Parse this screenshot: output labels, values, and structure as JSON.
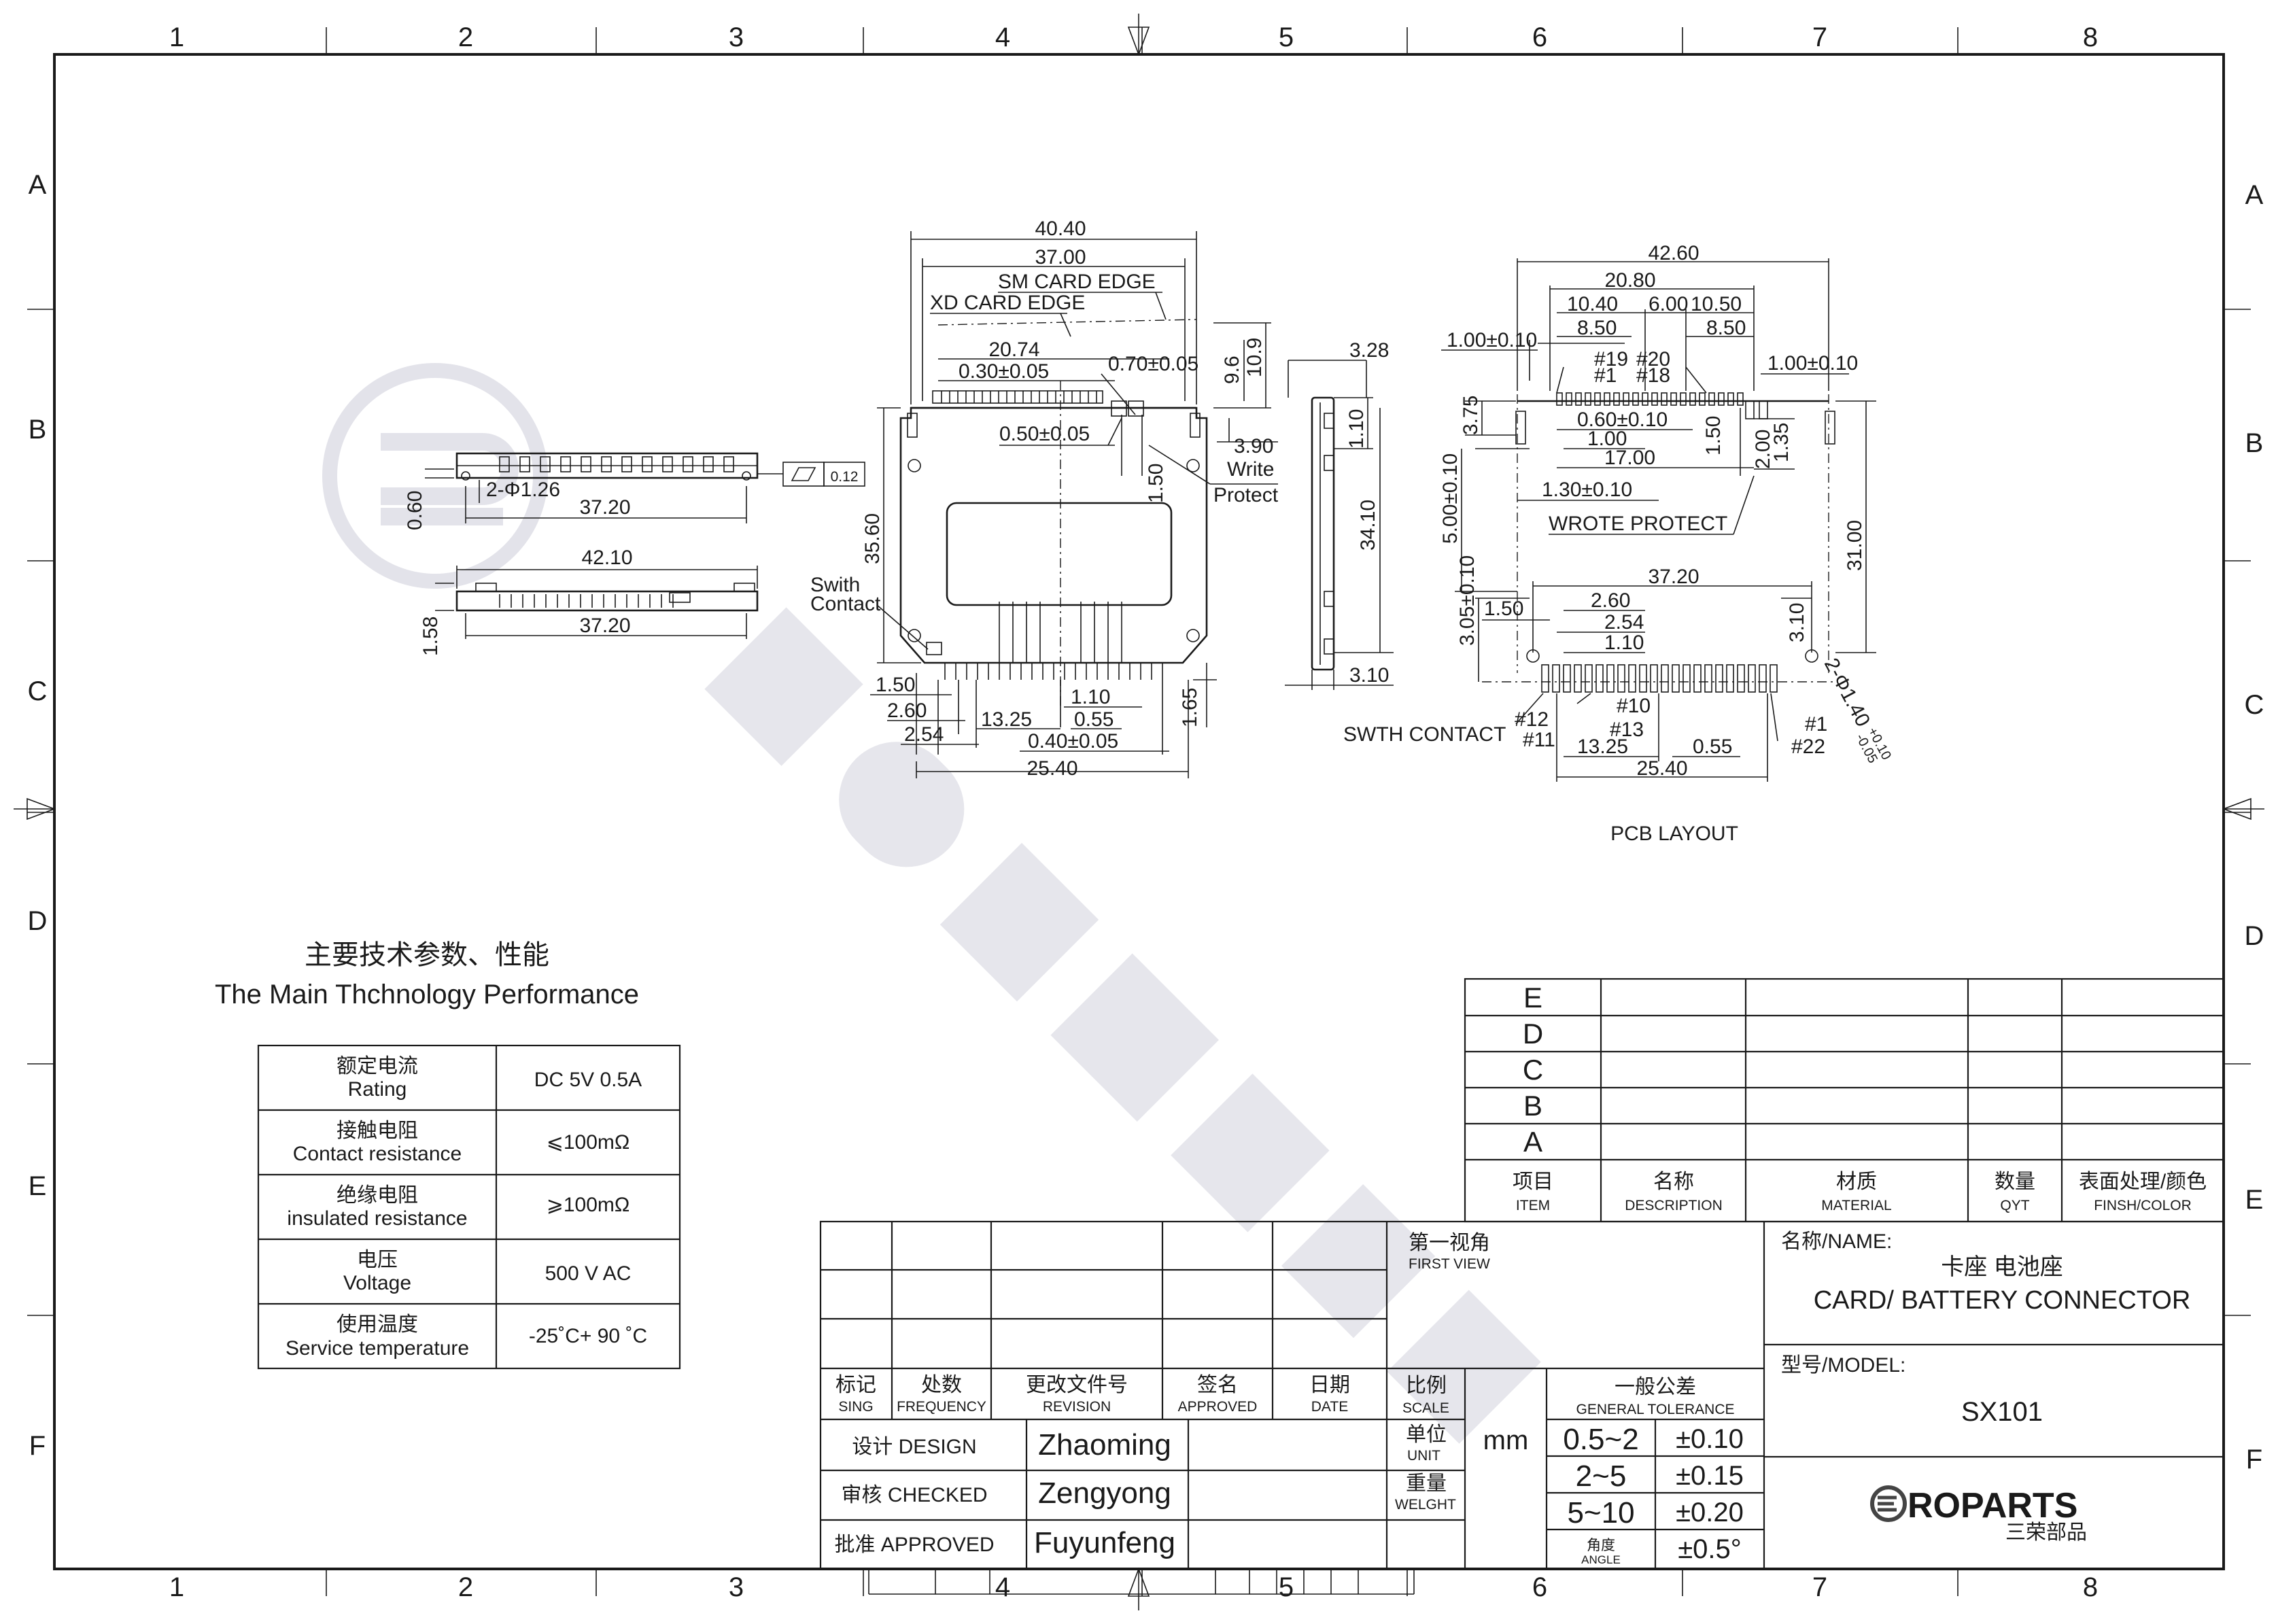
{
  "frame": {
    "columns": [
      "1",
      "2",
      "3",
      "4",
      "5",
      "6",
      "7",
      "8"
    ],
    "rows": [
      "A",
      "B",
      "C",
      "D",
      "E",
      "F"
    ]
  },
  "views": {
    "side_view": {
      "flatness_value": "0.12",
      "dims": [
        "2-Φ1.26",
        "37.20",
        "0.60",
        "42.10",
        "1.58",
        "37.20"
      ]
    },
    "top_view": {
      "dims": [
        "40.40",
        "37.00",
        "20.74",
        "0.30±0.05",
        "0.70±0.05",
        "9.6",
        "10.9",
        "0.50±0.05",
        "1.50",
        "3.90",
        "35.60",
        "1.50",
        "1.10",
        "2.60",
        "13.25",
        "0.55",
        "2.54",
        "0.40±0.05",
        "25.40",
        "1.65"
      ],
      "labels": [
        "SM CARD EDGE",
        "XD CARD EDGE",
        "Write",
        "Protect",
        "Swith",
        "Contact"
      ]
    },
    "profile_view": {
      "dims": [
        "3.28",
        "1.10",
        "34.10",
        "3.10"
      ]
    },
    "pcb_view": {
      "dims": [
        "42.60",
        "20.80",
        "10.40",
        "6.00",
        "10.50",
        "1.00±0.10",
        "8.50",
        "8.50",
        "1.00±0.10",
        "3.75",
        "0.60±0.10",
        "1.00",
        "17.00",
        "1.50",
        "2.00",
        "1.35",
        "5.00±0.10",
        "1.30±0.10",
        "31.00",
        "37.20",
        "3.05±0.10",
        "1.50",
        "2.60",
        "2.54",
        "1.10",
        "3.10",
        "13.25",
        "0.55",
        "25.40"
      ],
      "pin_labels": [
        "#19",
        "#20",
        "#1",
        "#18",
        "#12",
        "#11",
        "#10",
        "#13",
        "#1",
        "#22"
      ],
      "labels": [
        "WROTE PROTECT",
        "SWTH  CONTACT"
      ],
      "hole_label": "2-Φ1.40",
      "hole_tol_plus": "+0.10",
      "hole_tol_minus": "-0.05",
      "caption": "PCB LAYOUT"
    }
  },
  "performance": {
    "title_cn": "主要技术参数、性能",
    "title_en": "The Main Thchnology Performance",
    "rows": [
      {
        "cn": "额定电流",
        "en": "Rating",
        "value": "DC 5V 0.5A"
      },
      {
        "cn": "接触电阻",
        "en": "Contact resistance",
        "value": "⩽100mΩ"
      },
      {
        "cn": "绝缘电阻",
        "en": "insulated resistance",
        "value": "⩾100mΩ"
      },
      {
        "cn": "电压",
        "en": "Voltage",
        "value": "500 V AC"
      },
      {
        "cn": "使用温度",
        "en": "Service temperature",
        "value": "-25˚C+ 90 ˚C"
      }
    ]
  },
  "bom": {
    "rows": [
      "E",
      "D",
      "C",
      "B",
      "A"
    ],
    "headers": [
      {
        "cn": "项目",
        "en": "ITEM"
      },
      {
        "cn": "名称",
        "en": "DESCRIPTION"
      },
      {
        "cn": "材质",
        "en": "MATERIAL"
      },
      {
        "cn": "数量",
        "en": "QYT"
      },
      {
        "cn": "表面处理/颜色",
        "en": "FINSH/COLOR"
      }
    ]
  },
  "revision": {
    "headers": [
      {
        "cn": "标记",
        "en": "SING"
      },
      {
        "cn": "处数",
        "en": "FREQUENCY"
      },
      {
        "cn": "更改文件号",
        "en": "REVISION"
      },
      {
        "cn": "签名",
        "en": "APPROVED"
      },
      {
        "cn": "日期",
        "en": "DATE"
      }
    ]
  },
  "approvals": [
    {
      "role": "设计 DESIGN",
      "name": "Zhaoming"
    },
    {
      "role": "审核 CHECKED",
      "name": "Zengyong"
    },
    {
      "role": "批准 APPROVED",
      "name": "Fuyunfeng"
    }
  ],
  "first_view": {
    "cn": "第一视角",
    "en": "FIRST VIEW"
  },
  "scale": {
    "cn": "比例",
    "en": "SCALE"
  },
  "unit": {
    "cn": "单位",
    "en": "UNIT",
    "value": "mm"
  },
  "weight": {
    "cn": "重量",
    "en": "WELGHT"
  },
  "tolerance": {
    "title_cn": "一般公差",
    "title_en": "GENERAL TOLERANCE",
    "rows": [
      {
        "range": "0.5~2",
        "value": "±0.10"
      },
      {
        "range": "2~5",
        "value": "±0.15"
      },
      {
        "range": "5~10",
        "value": "±0.20"
      }
    ],
    "angle_cn": "角度",
    "angle_en": "ANGLE",
    "angle_value": "±0.5°"
  },
  "name_block": {
    "label": "名称/NAME:",
    "value_cn": "卡座 电池座",
    "value_en": "CARD/ BATTERY CONNECTOR"
  },
  "model_block": {
    "label": "型号/MODEL:",
    "value": "SX101"
  },
  "logo": {
    "text": "ROPARTS",
    "sub": "三荣部品"
  },
  "colors": {
    "ink": "#1a1a1a",
    "watermark": "#e6e6ec",
    "paper": "#ffffff"
  }
}
